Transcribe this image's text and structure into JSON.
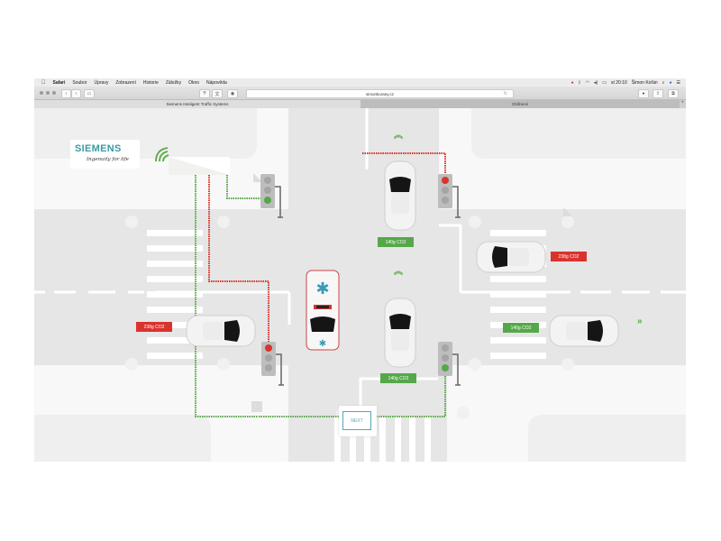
{
  "menubar": {
    "apple": "",
    "app": "Safari",
    "items": [
      "Soubor",
      "Úpravy",
      "Zobrazení",
      "Historie",
      "Záložky",
      "Okno",
      "Nápověda"
    ],
    "clock": "st 20:10",
    "user": "Šimon Kořán"
  },
  "toolbar": {
    "back": "‹",
    "forward": "›",
    "sidebar": "▭",
    "url": "simonkorany.cz",
    "reload": "↻"
  },
  "tabs": [
    {
      "label": "Siemens Inteligent Traffic Systems",
      "active": true
    },
    {
      "label": "Oblíbené",
      "active": false
    }
  ],
  "tab_plus": "+",
  "logo": {
    "brand": "SIEMENS",
    "tagline": "Ingenuity for life"
  },
  "labels": {
    "north_car": "140g CO2",
    "east_car": "238g CO2",
    "west_car": "238g CO2",
    "south_car": "140g CO2",
    "east_out_car": "140g CO2"
  },
  "next_label": "NEXT",
  "colors": {
    "green": "#55a849",
    "red": "#d9332e",
    "teal": "#3a9aa6",
    "road": "#e6e6e6",
    "sidewalk": "#f8f8f8"
  },
  "traffic_lights": [
    {
      "position": "north-west",
      "state": "green"
    },
    {
      "position": "north-east",
      "state": "red"
    },
    {
      "position": "south-west",
      "state": "red"
    },
    {
      "position": "south-east",
      "state": "green"
    }
  ]
}
